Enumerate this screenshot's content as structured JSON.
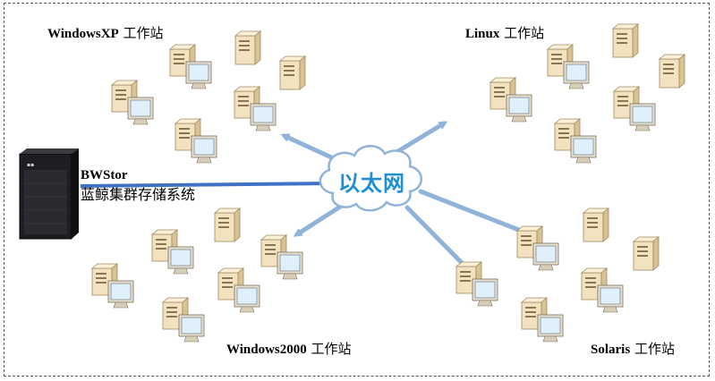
{
  "network": {
    "hub_label": "以太网"
  },
  "storage": {
    "title": "BWStor",
    "subtitle": "蓝鲸集群存储系统"
  },
  "groups": {
    "xp": {
      "label": "WindowsXP",
      "suffix": "工作站"
    },
    "linux": {
      "label": "Linux",
      "suffix": "工作站"
    },
    "w2000": {
      "label": "Windows2000",
      "suffix": "工作站"
    },
    "solaris": {
      "label": "Solaris",
      "suffix": "工作站"
    }
  },
  "colors": {
    "arrow": "#8fb3d9",
    "link": "#3f72c4",
    "cloud_fill": "#ffffff",
    "cloud_stroke": "#8fb3d9",
    "hub_text": "#1f8fd1"
  }
}
